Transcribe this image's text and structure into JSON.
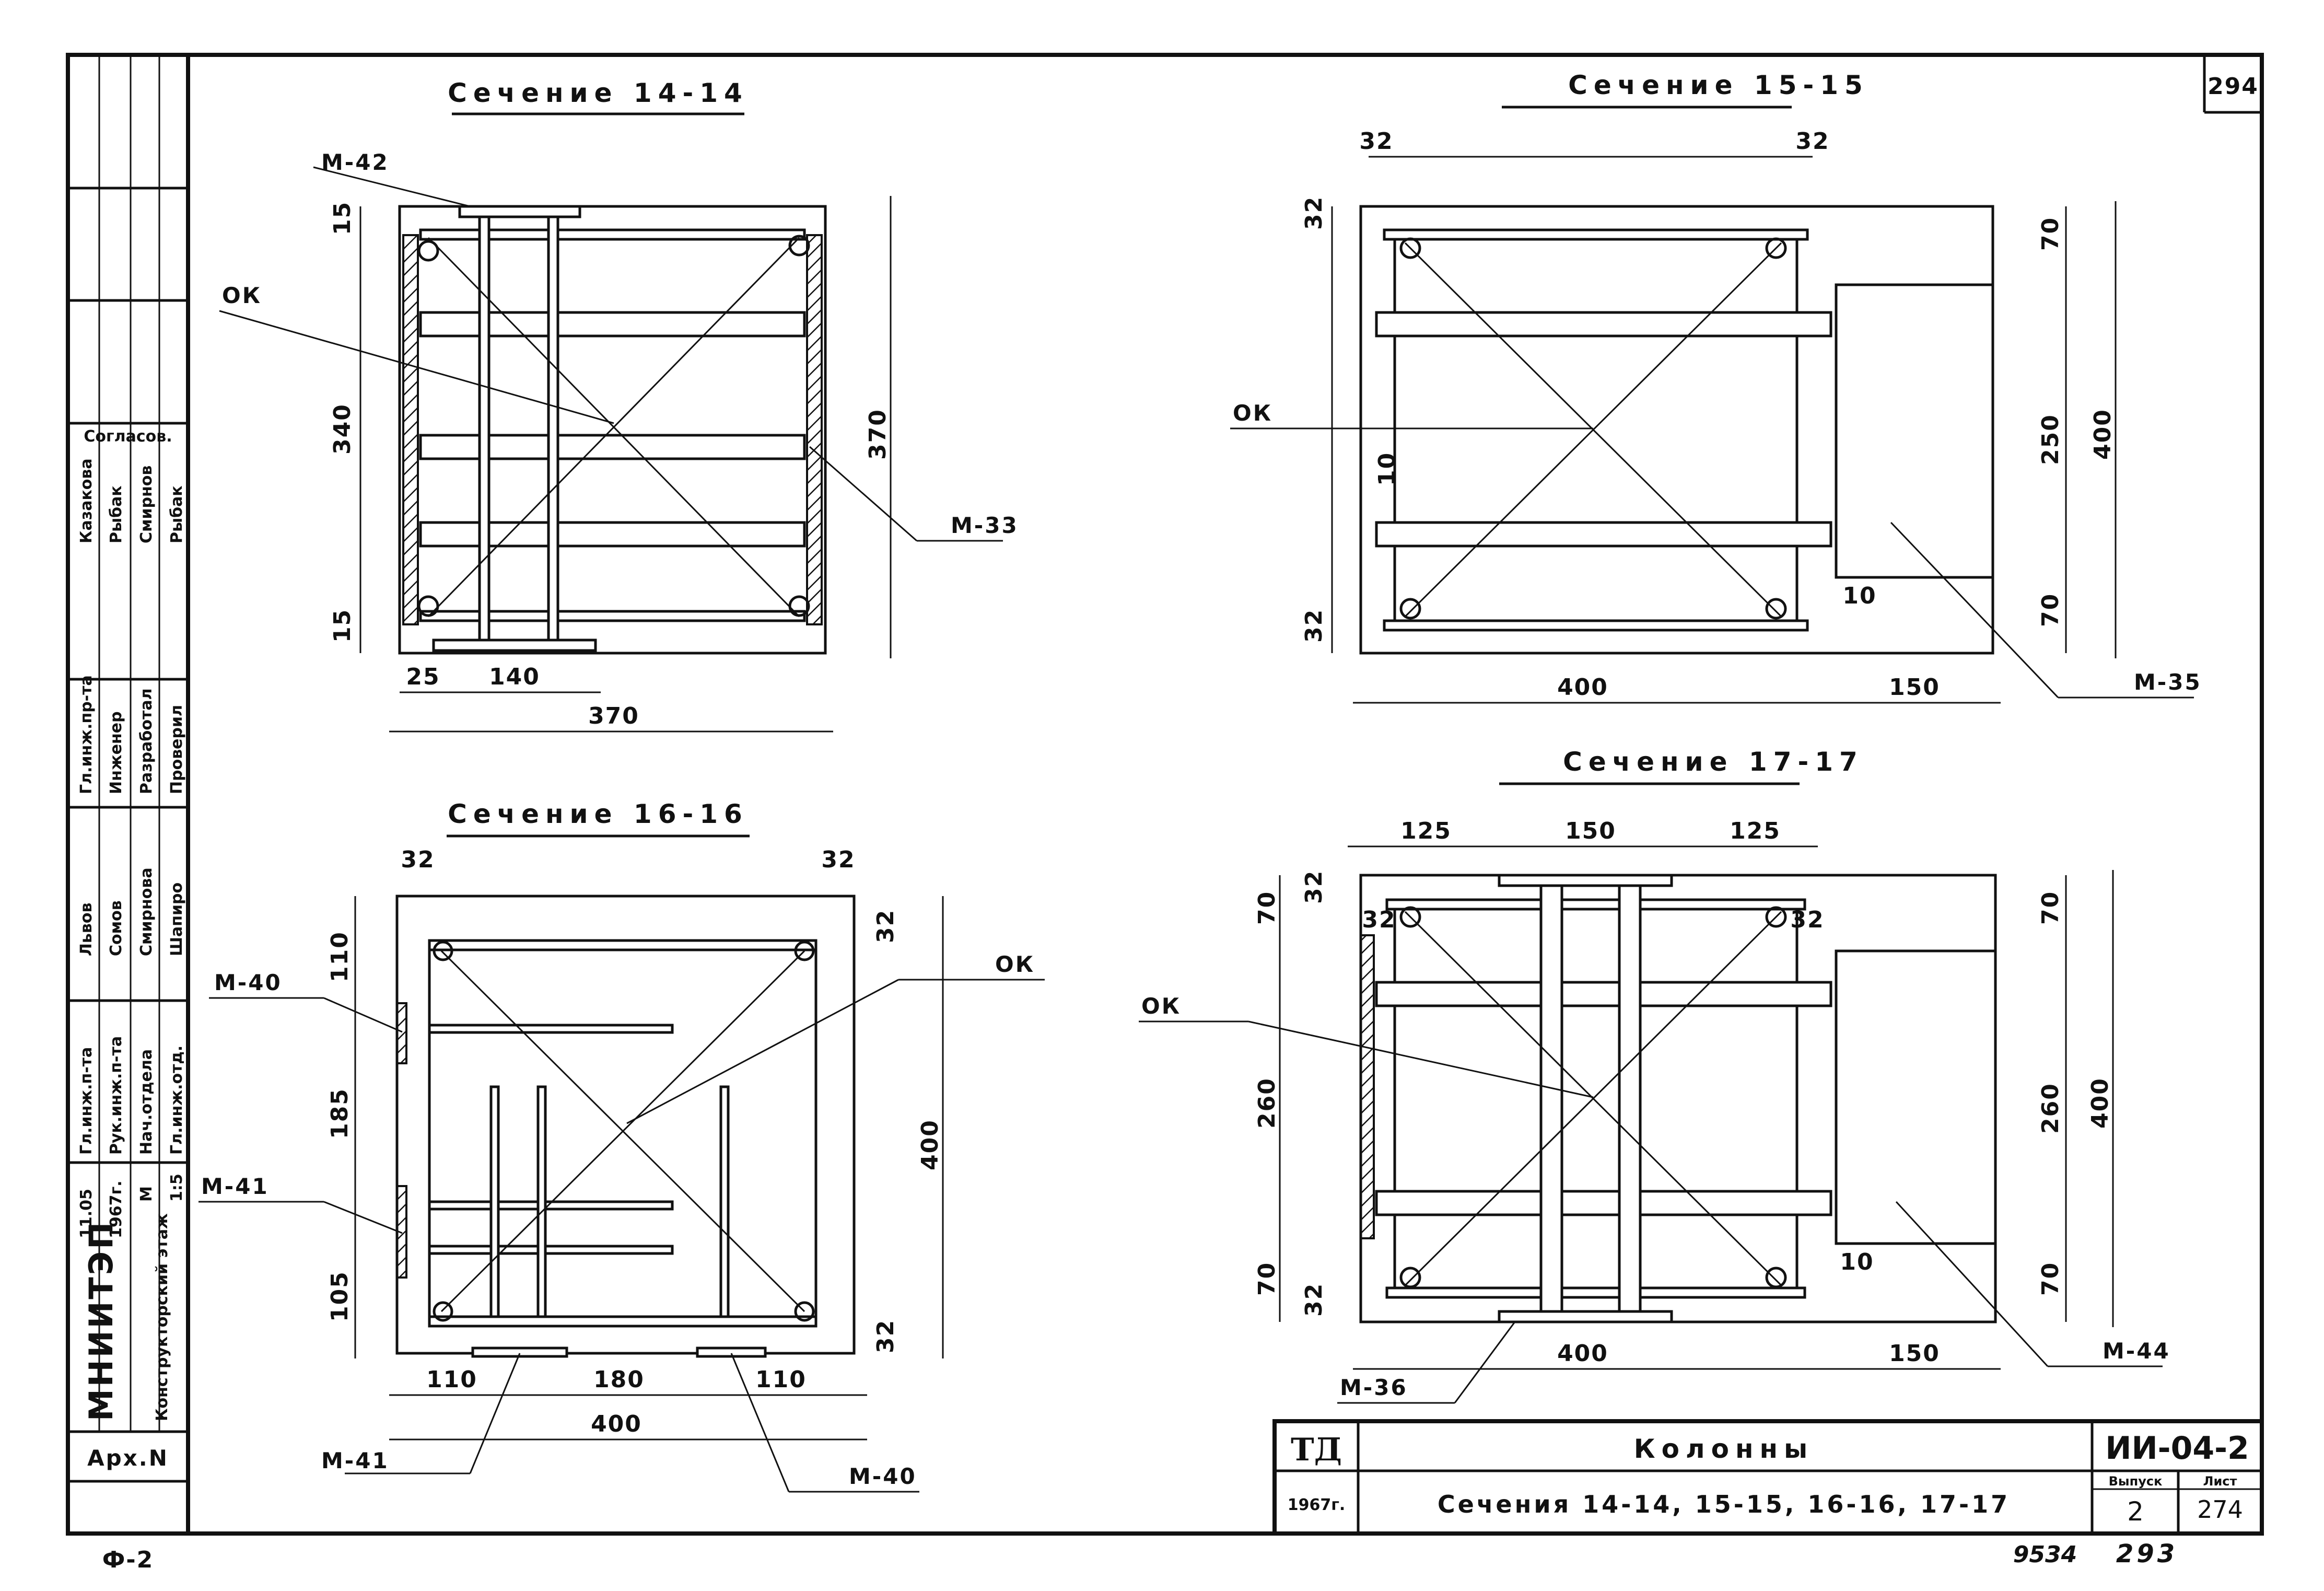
{
  "sheet": {
    "page_number": "294",
    "bottom_left_code": "Ф-2",
    "bottom_numbers": "9534",
    "bottom_page": "293"
  },
  "sections": {
    "s14": {
      "title": "Сечение 14-14",
      "dims": {
        "top_15": "15",
        "mid_340": "340",
        "bot_15": "15",
        "right_370": "370",
        "b25": "25",
        "b140": "140",
        "b370": "370"
      },
      "labels": {
        "m42": "М-42",
        "ok": "ОК",
        "m33": "М-33"
      }
    },
    "s15": {
      "title": "Сечение 15-15",
      "dims": {
        "t32a": "32",
        "t32b": "32",
        "l32a": "32",
        "l10": "10",
        "l32b": "32",
        "r70a": "70",
        "r250": "250",
        "r70b": "70",
        "r400": "400",
        "r10": "10",
        "b400": "400",
        "b150": "150"
      },
      "labels": {
        "ok": "ОК",
        "m35": "М-35"
      }
    },
    "s16": {
      "title": "Сечение 16-16",
      "dims": {
        "t32a": "32",
        "t32b": "32",
        "r32a": "32",
        "l110": "110",
        "l185": "185",
        "l105": "105",
        "r400": "400",
        "r32b": "32",
        "b110a": "110",
        "b180": "180",
        "b110b": "110",
        "b400": "400"
      },
      "labels": {
        "m40a": "М-40",
        "m41a": "М-41",
        "ok": "ОК",
        "m41b": "М-41",
        "m40b": "М-40"
      }
    },
    "s17": {
      "title": "Сечение 17-17",
      "dims": {
        "t125a": "125",
        "t150": "150",
        "t125b": "125",
        "l70a": "70",
        "l32a": "32",
        "l32b": "32",
        "l260": "260",
        "l70b": "70",
        "l32c": "32",
        "r32": "32",
        "r70a": "70",
        "r260": "260",
        "r70b": "70",
        "r400": "400",
        "r10": "10",
        "b400": "400",
        "b150": "150"
      },
      "labels": {
        "ok": "ОК",
        "m36": "М-36",
        "m44": "М-44"
      }
    }
  },
  "title_block": {
    "logo": "ТД",
    "year": "1967г.",
    "name": "Колонны",
    "subtitle": "Сечения 14-14, 15-15, 16-16, 17-17",
    "code": "ИИ-04-2",
    "issue_label": "Выпуск",
    "issue": "2",
    "sheet_label": "Лист",
    "sheet": "274"
  },
  "side_stamp": {
    "org": "МНИИТЭП",
    "dept": "Конструкторский этаж",
    "date1": "11.05",
    "year": "1967г.",
    "scale_label": "М",
    "scale": "1:5",
    "archive": "Арх.N",
    "agreed": "Согласов.",
    "roles": [
      "Гл.инж.п-та",
      "Рук.инж.п-та",
      "Нач.отдела",
      "Гл.инж.отд.",
      "Гл.инж.пр-та",
      "Инженер",
      "Разработал",
      "Проверил"
    ],
    "names": [
      "Львов",
      "Сомов",
      "Смирнова",
      "Шапиро",
      "Казакова",
      "Рыбак",
      "Смирнов",
      "Рыбак"
    ]
  }
}
